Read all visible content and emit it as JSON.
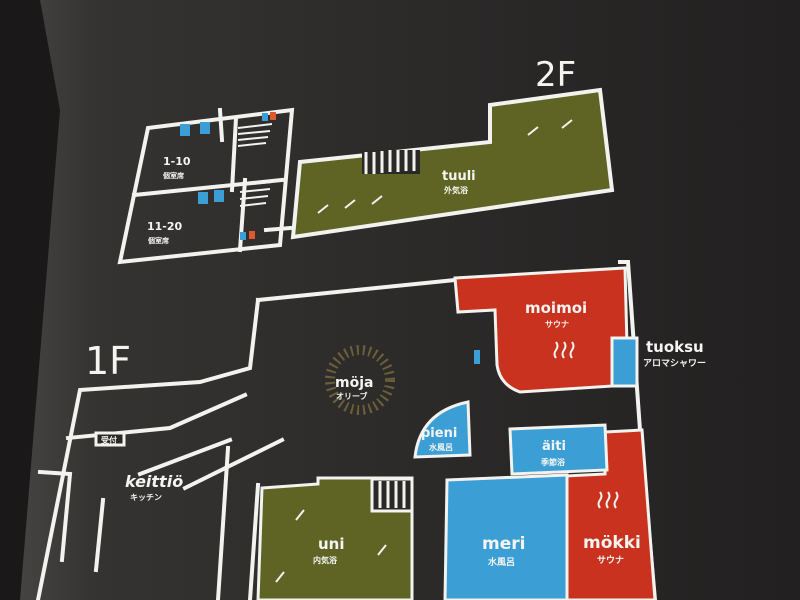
{
  "colors": {
    "sauna": "#c8321f",
    "water": "#3b9fd6",
    "rest": "#5f6425",
    "wall": "#f2f2ee",
    "board": "#2b2928"
  },
  "floors": {
    "second": "2F",
    "first": "1F"
  },
  "second_floor": {
    "rooms": [
      {
        "name": "1-10",
        "sub": "個室席"
      },
      {
        "name": "11-20",
        "sub": "個室席"
      },
      {
        "name": "tuuli",
        "sub": "外気浴"
      }
    ]
  },
  "first_floor": {
    "rooms": {
      "reception": "受付",
      "keittio": {
        "name": "keittiö",
        "sub": "キッチン"
      },
      "moja": {
        "name": "möja",
        "sub": "オリーブ"
      },
      "moimoi": {
        "name": "moimoi",
        "sub": "サウナ"
      },
      "tuoksu": {
        "name": "tuoksu",
        "sub": "アロマシャワー"
      },
      "pieni": {
        "name": "pieni",
        "sub": "水風呂"
      },
      "aiti": {
        "name": "äiti",
        "sub": "季節浴"
      },
      "meri": {
        "name": "meri",
        "sub": "水風呂"
      },
      "mokki": {
        "name": "mökki",
        "sub": "サウナ"
      },
      "uni": {
        "name": "uni",
        "sub": "内気浴"
      }
    }
  }
}
